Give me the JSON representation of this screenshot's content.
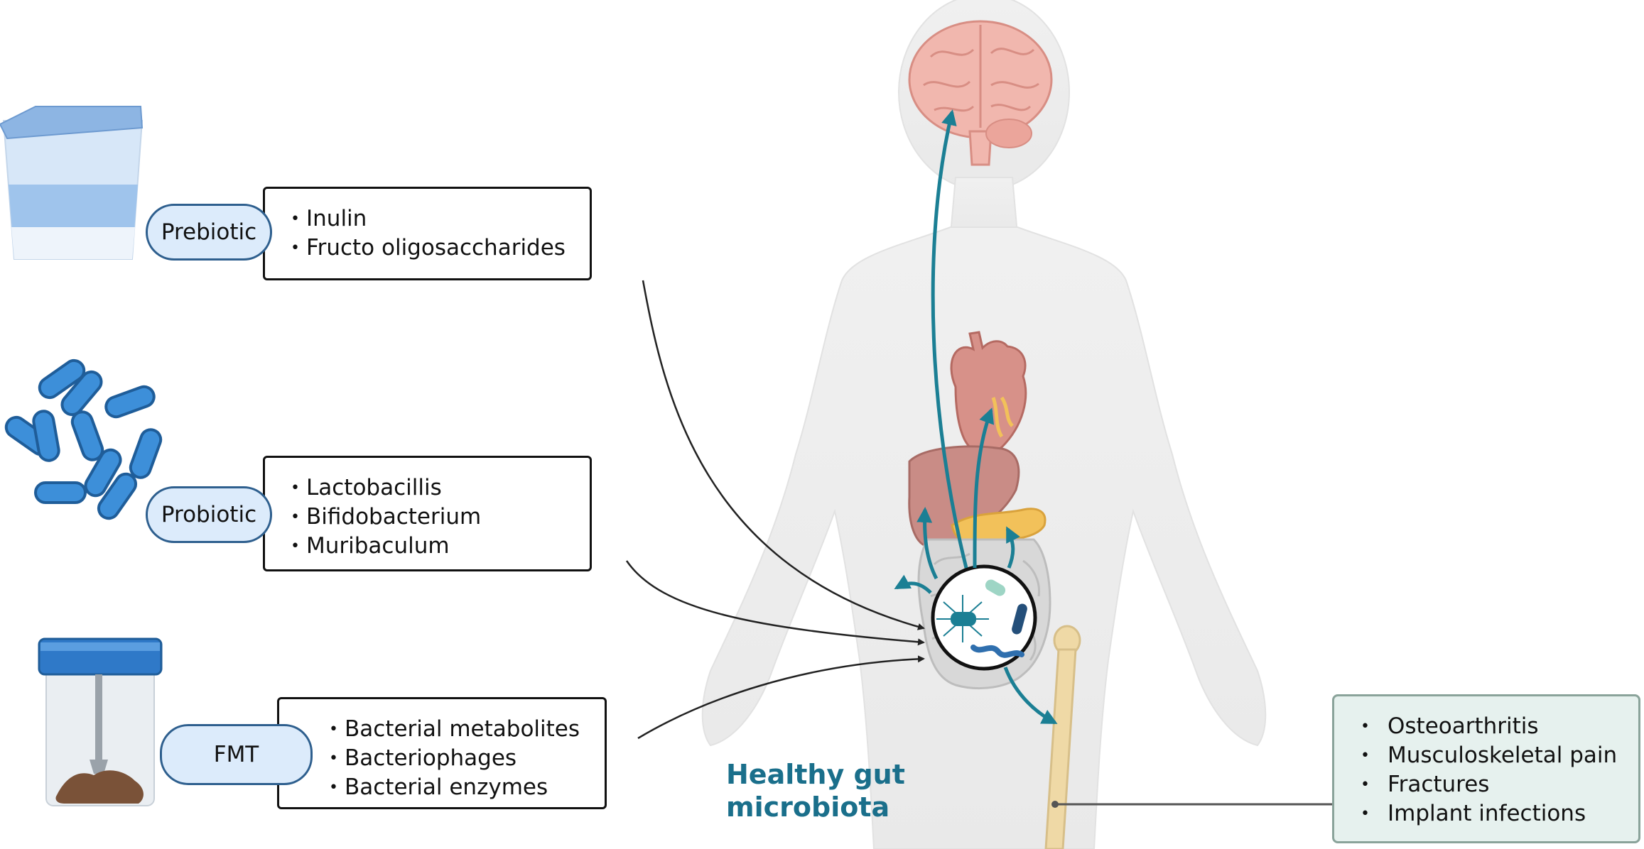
{
  "interventions": [
    {
      "label": "Prebiotic",
      "items": [
        "Inulin",
        "Fructo oligosaccharides"
      ]
    },
    {
      "label": "Probiotic",
      "items": [
        "Lactobacillis",
        "Bifidobacterium",
        "Muribaculum"
      ]
    },
    {
      "label": "FMT",
      "items": [
        "Bacterial metabolites",
        "Bacteriophages",
        "Bacterial enzymes"
      ]
    }
  ],
  "title": {
    "line1": "Healthy gut",
    "line2": "microbiota"
  },
  "effects": {
    "items": [
      "Osteoarthritis",
      "Musculoskeletal pain",
      "Fractures",
      "Implant infections"
    ]
  },
  "colors": {
    "accent": "#1a6f8b",
    "arrow_teal": "#1b7f94",
    "pill_fill": "#dcebfb",
    "effects_fill": "#e6f1ee"
  }
}
